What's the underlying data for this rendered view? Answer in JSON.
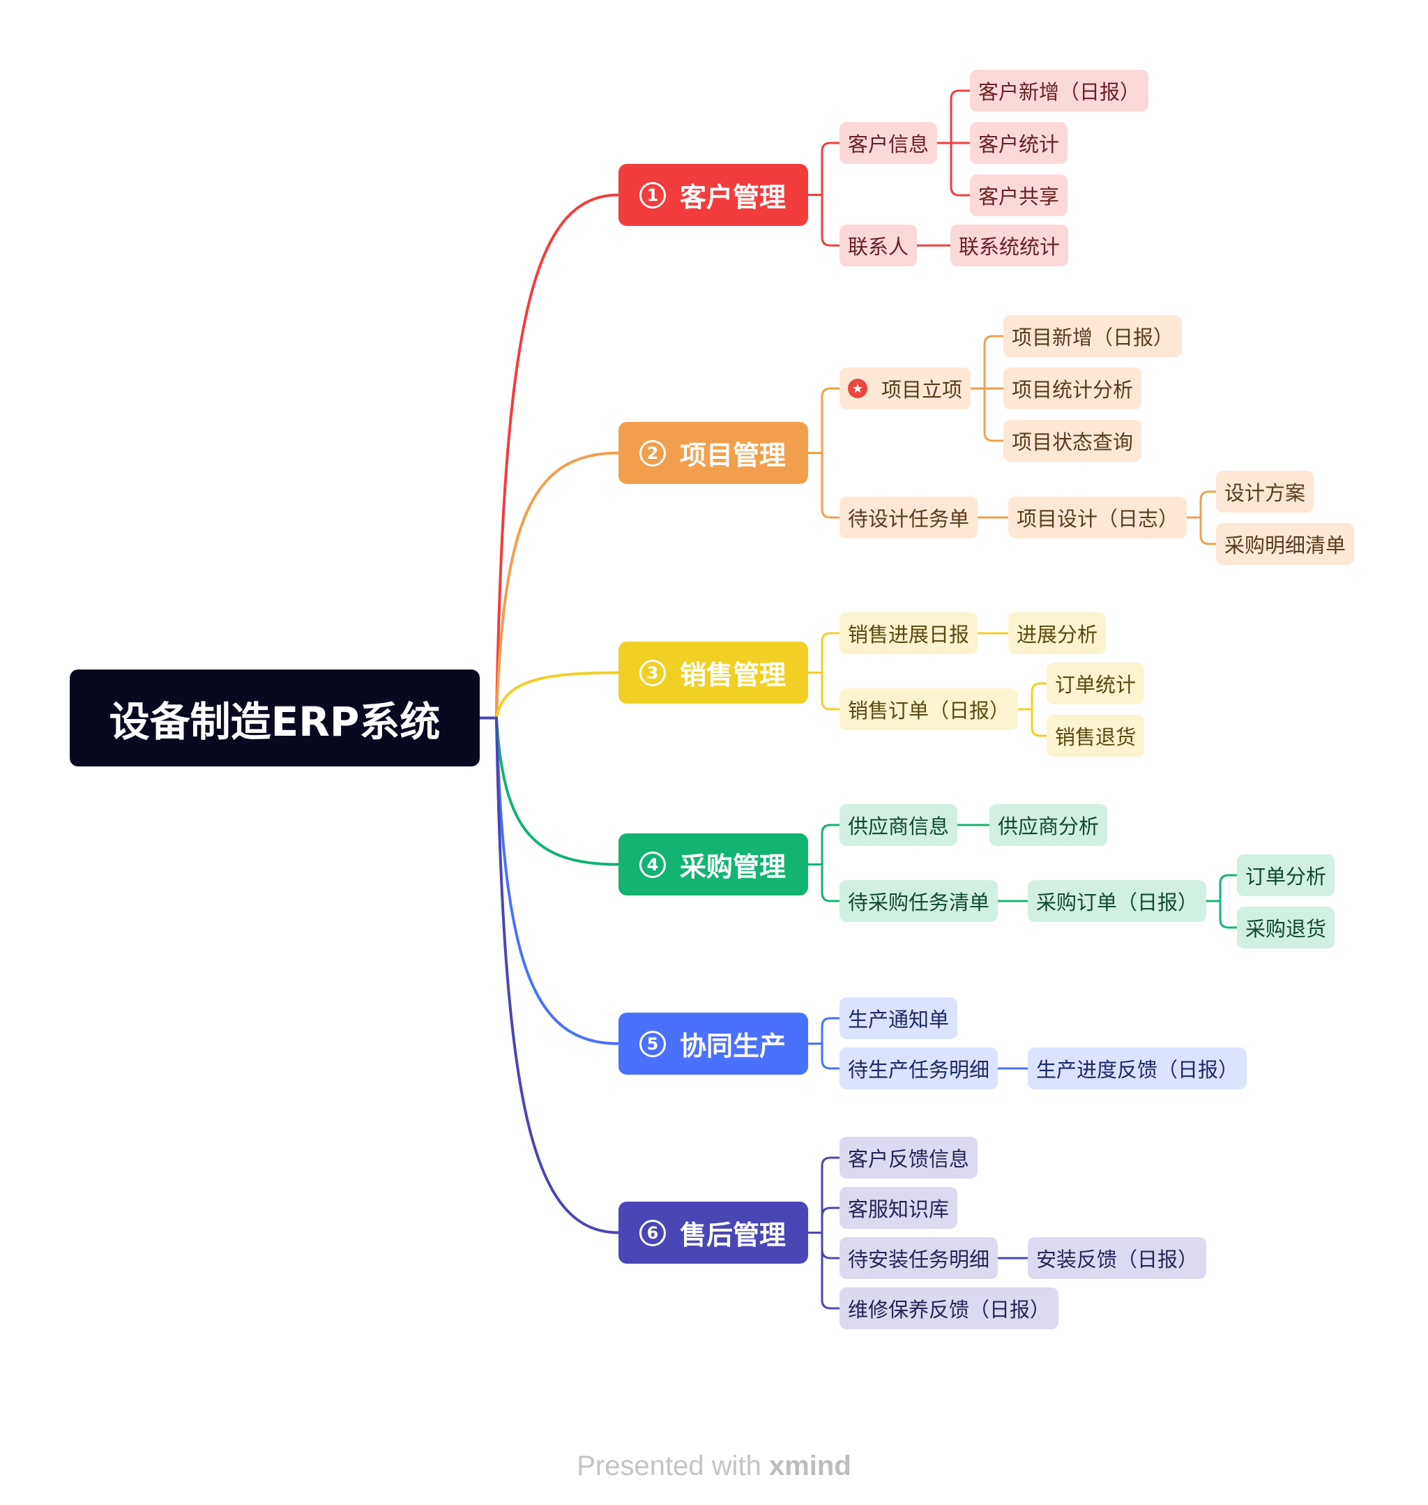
{
  "root": {
    "label": "设备制造ERP系统"
  },
  "colors": {
    "root": "#08081f"
  },
  "branches": [
    {
      "num": "1",
      "label": "客户管理",
      "color": "#f23d3d",
      "leaf_bg": "#fcd9d9",
      "leaf_text": "#6b2020",
      "children": [
        {
          "label": "客户信息",
          "children": [
            {
              "label": "客户新增（日报）"
            },
            {
              "label": "客户统计"
            },
            {
              "label": "客户共享"
            }
          ]
        },
        {
          "label": "联系人",
          "children": [
            {
              "label": "联系统统计"
            }
          ]
        }
      ]
    },
    {
      "num": "2",
      "label": "项目管理",
      "color": "#f19f4d",
      "leaf_bg": "#fde8d6",
      "leaf_text": "#5c3a1a",
      "children": [
        {
          "label": "项目立项",
          "marker": "star-icon",
          "children": [
            {
              "label": "项目新增（日报）"
            },
            {
              "label": "项目统计分析"
            },
            {
              "label": "项目状态查询"
            }
          ]
        },
        {
          "label": "待设计任务单",
          "children": [
            {
              "label": "项目设计（日志）",
              "children": [
                {
                  "label": "设计方案"
                },
                {
                  "label": "采购明细清单"
                }
              ]
            }
          ]
        }
      ]
    },
    {
      "num": "3",
      "label": "销售管理",
      "color": "#f2cf24",
      "leaf_bg": "#fcf4cf",
      "leaf_text": "#5a4a0e",
      "children": [
        {
          "label": "销售进展日报",
          "children": [
            {
              "label": "进展分析"
            }
          ]
        },
        {
          "label": "销售订单（日报）",
          "children": [
            {
              "label": "订单统计"
            },
            {
              "label": "销售退货"
            }
          ]
        }
      ]
    },
    {
      "num": "4",
      "label": "采购管理",
      "color": "#13b372",
      "leaf_bg": "#d1f0e2",
      "leaf_text": "#0e4a32",
      "children": [
        {
          "label": "供应商信息",
          "children": [
            {
              "label": "供应商分析"
            }
          ]
        },
        {
          "label": "待采购任务清单",
          "children": [
            {
              "label": "采购订单（日报）",
              "children": [
                {
                  "label": "订单分析"
                },
                {
                  "label": "采购退货"
                }
              ]
            }
          ]
        }
      ]
    },
    {
      "num": "5",
      "label": "协同生产",
      "color": "#4a71fb",
      "leaf_bg": "#dbe3fe",
      "leaf_text": "#1a2a66",
      "children": [
        {
          "label": "生产通知单"
        },
        {
          "label": "待生产任务明细",
          "children": [
            {
              "label": "生产进度反馈（日报）"
            }
          ]
        }
      ]
    },
    {
      "num": "6",
      "label": "售后管理",
      "color": "#4a46b5",
      "leaf_bg": "#dcdaf0",
      "leaf_text": "#25235a",
      "children": [
        {
          "label": "客户反馈信息"
        },
        {
          "label": "客服知识库"
        },
        {
          "label": "待安装任务明细",
          "children": [
            {
              "label": "安装反馈（日报）"
            }
          ]
        },
        {
          "label": "维修保养反馈（日报）"
        }
      ]
    }
  ],
  "watermark": {
    "prefix": "Presented with ",
    "brand": "xmind"
  }
}
